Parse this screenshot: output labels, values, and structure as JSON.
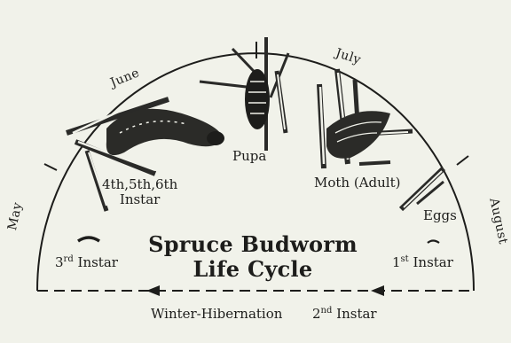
{
  "title": {
    "line1": "Spruce Budworm",
    "line2": "Life Cycle"
  },
  "months": {
    "may": "May",
    "june": "June",
    "july": "July",
    "august": "August"
  },
  "stages": {
    "instar_4_6": {
      "line1": "4th,5th,6th",
      "line2": "Instar"
    },
    "pupa": "Pupa",
    "moth": "Moth (Adult)",
    "eggs": "Eggs",
    "instar_1": {
      "num": "1",
      "sup": "st",
      "word": "Instar"
    },
    "instar_3": {
      "num": "3",
      "sup": "rd",
      "word": "Instar"
    },
    "winter": "Winter-Hibernation",
    "instar_2": {
      "num": "2",
      "sup": "nd",
      "word": "Instar"
    }
  }
}
